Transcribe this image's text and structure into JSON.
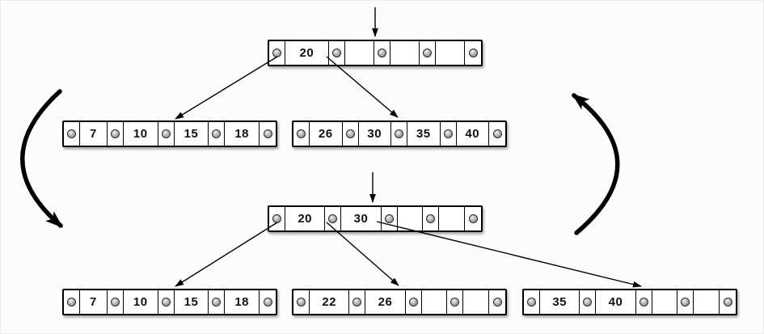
{
  "diagram_type": "b-tree-insert-split",
  "colors": {
    "background": "#fcfcfc",
    "line": "#000000",
    "node_fill": "#ffffff",
    "node_border": "#000000",
    "pointer_dot": "#8d8d8d"
  },
  "icons": {
    "pointer_dot": "filled-gray-circle",
    "insert_cursor": "down-arrow",
    "cycle_left": "curved-arrow-down",
    "cycle_right": "curved-arrow-up"
  },
  "trees": {
    "before": {
      "root": {
        "keys": [
          "20",
          "",
          "",
          ""
        ]
      },
      "children": [
        {
          "keys": [
            "7",
            "10",
            "15",
            "18"
          ]
        },
        {
          "keys": [
            "26",
            "30",
            "35",
            "40"
          ]
        }
      ]
    },
    "after": {
      "root": {
        "keys": [
          "20",
          "30",
          "",
          ""
        ]
      },
      "children": [
        {
          "keys": [
            "7",
            "10",
            "15",
            "18"
          ]
        },
        {
          "keys": [
            "22",
            "26",
            "",
            ""
          ]
        },
        {
          "keys": [
            "35",
            "40",
            "",
            ""
          ]
        }
      ]
    }
  }
}
